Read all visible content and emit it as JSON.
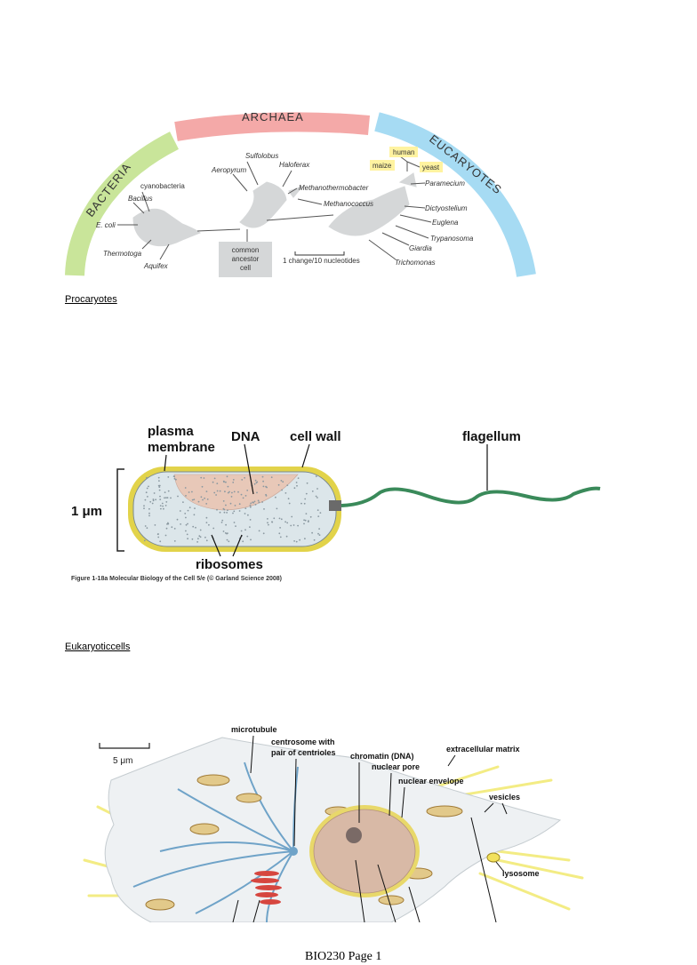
{
  "tree_figure": {
    "domains": [
      "BACTERIA",
      "ARCHAEA",
      "EUCARYOTES"
    ],
    "bacteria_labels": [
      "cyanobacteria",
      "Bacillus",
      "E. coli",
      "Thermotoga",
      "Aquifex"
    ],
    "archaea_labels": [
      "Sulfolobus",
      "Aeropyrum",
      "Haloferax",
      "Methanothermobacter",
      "Methanococcus"
    ],
    "eucaryote_labels": [
      "human",
      "maize",
      "yeast",
      "Paramecium",
      "Dictyostelium",
      "Euglena",
      "Trypanosoma",
      "Giardia",
      "Trichomonas"
    ],
    "ancestor_label": [
      "common",
      "ancestor",
      "cell"
    ],
    "scale_label": "1 change/10 nucleotides",
    "colors": {
      "bacteria": "#c9e59a",
      "archaea": "#f4a9a8",
      "eucaryotes": "#a6dbf3",
      "tree": "#d5d7d8",
      "highlight": "#fff3a0"
    }
  },
  "sections": {
    "procaryotes": "Procaryotes",
    "eukaryotic": "Eukaryoticcells"
  },
  "bacterium_figure": {
    "labels": {
      "plasma_membrane": [
        "plasma",
        "membrane"
      ],
      "dna": "DNA",
      "cell_wall": "cell wall",
      "flagellum": "flagellum",
      "size": "1 μm",
      "ribosomes": "ribosomes"
    },
    "caption": "Figure 1-18a  Molecular Biology of the Cell 5/e (© Garland Science 2008)",
    "colors": {
      "wall": "#e2d34a",
      "cytoplasm": "#dce6ea",
      "nucleoid": "#e8c8b8",
      "flagellum": "#3a8a5a"
    }
  },
  "eukaryote_figure": {
    "scale": "5 μm",
    "labels": {
      "microtubule": "microtubule",
      "centrosome": [
        "centrosome with",
        "pair of centrioles"
      ],
      "chromatin": "chromatin (DNA)",
      "nuclear_pore": "nuclear pore",
      "nuclear_envelope": "nuclear envelope",
      "extracellular_matrix": "extracellular matrix",
      "vesicles": "vesicles",
      "lysosome": "lysosome"
    }
  },
  "footer": "BIO230  Page 1"
}
